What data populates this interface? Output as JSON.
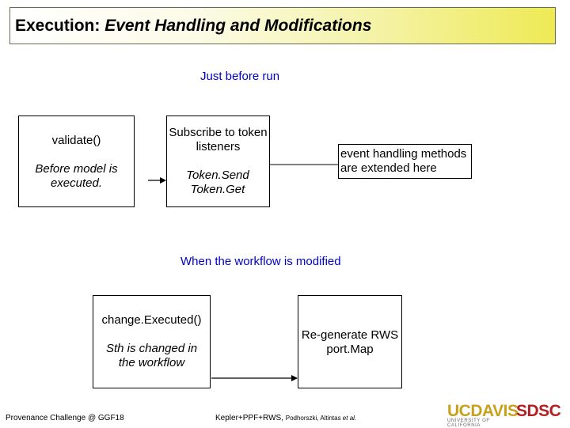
{
  "title": {
    "main": "Execution: ",
    "emphasis": "Event Handling and Modifications"
  },
  "section1": {
    "label": "Just before run",
    "left_box": {
      "method": "validate()",
      "note": "Before model is executed."
    },
    "mid_box": {
      "line1": "Subscribe to token listeners",
      "line2": "Token.Send Token.Get"
    },
    "right_box": {
      "text": "event handling methods are extended here"
    }
  },
  "section2": {
    "label": "When the workflow is modified",
    "left_box": {
      "method": "change.Executed()",
      "note": "Sth is changed in the workflow"
    },
    "right_box": {
      "text": "Re-generate RWS port.Map"
    }
  },
  "footer": {
    "left": "Provenance Challenge @ GGF18",
    "center_main": "Kepler+PPF+RWS,",
    "center_authors": "Podhorszki, Altintas ",
    "center_etal": "et al.",
    "logo_uc": "UC",
    "logo_davis": "DAVIS",
    "logo_sub": "UNIVERSITY OF CALIFORNIA",
    "logo_sdsc": "SDSC"
  },
  "colors": {
    "accent_blue": "#0000cc",
    "davis_gold": "#c8a21c",
    "sdsc_red": "#b41f24"
  }
}
